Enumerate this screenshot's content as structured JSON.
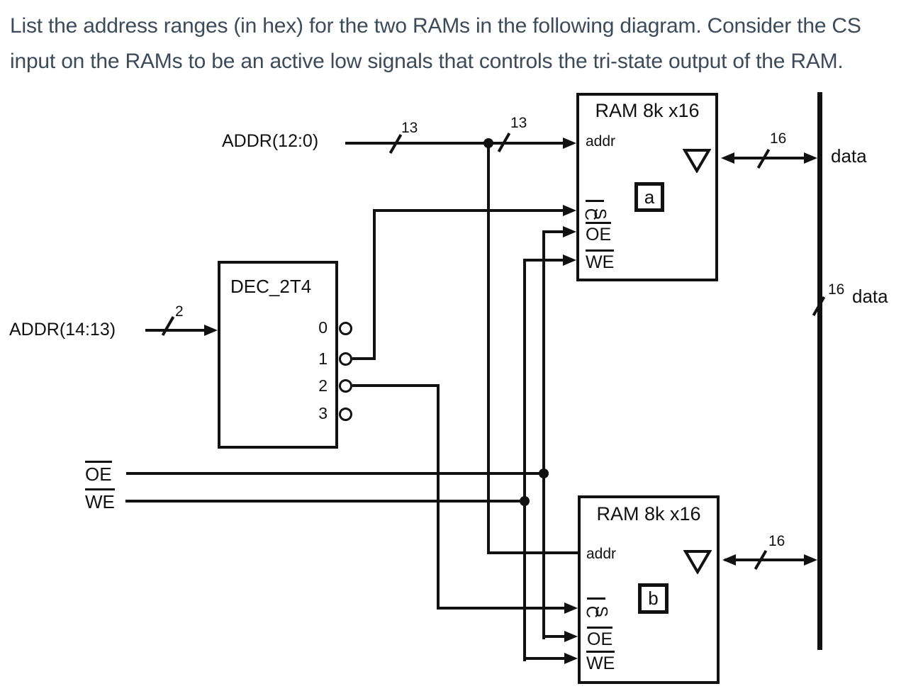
{
  "question": {
    "line1": "List the address ranges (in hex) for the two RAMs in the following diagram. Consider the CS",
    "line2": "input on the RAMs to be an active low signals that controls the tri-state output of the RAM."
  },
  "colors": {
    "question_text": "#3c4b5a",
    "diagram_ink": "#111111",
    "background": "#ffffff"
  },
  "signals": {
    "addr_low_label": "ADDR(12:0)",
    "addr_high_label": "ADDR(14:13)",
    "oe_label": "OE",
    "we_label": "WE"
  },
  "bus_widths": {
    "addr_low_first": "13",
    "addr_low_second": "13",
    "addr_high": "2",
    "data_top": "16",
    "data_mid": "16",
    "data_bottom": "16"
  },
  "data_bus": {
    "label_top": "data",
    "label_mid": "data"
  },
  "decoder": {
    "title": "DEC_2T4",
    "outputs": [
      "0",
      "1",
      "2",
      "3"
    ]
  },
  "ram_top": {
    "title": "RAM 8k x16",
    "addr_pin": "addr",
    "cs_pin": "CS",
    "oe_pin": "OE",
    "we_pin": "WE",
    "tag": "a"
  },
  "ram_bottom": {
    "title": "RAM 8k x16",
    "addr_pin": "addr",
    "cs_pin": "CS",
    "oe_pin": "OE",
    "we_pin": "WE",
    "tag": "b"
  }
}
